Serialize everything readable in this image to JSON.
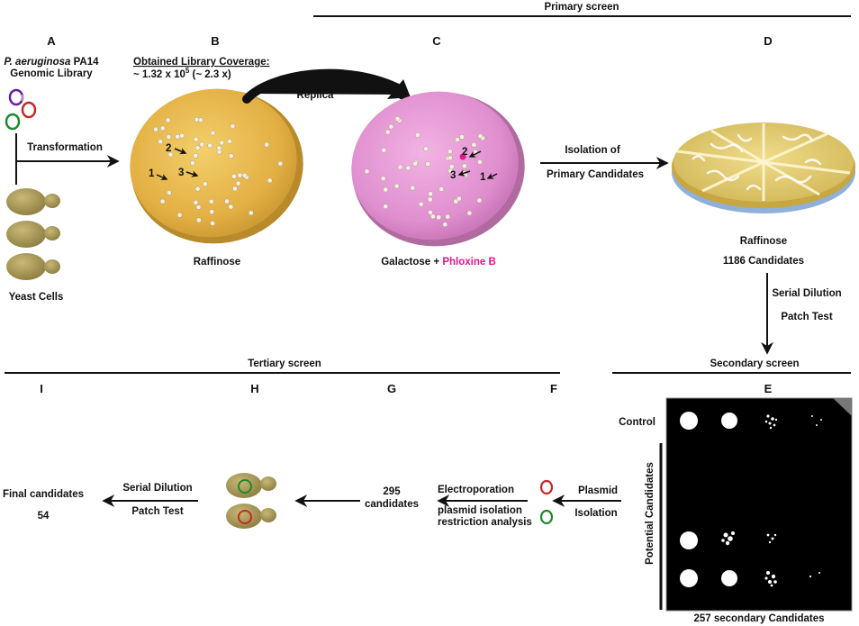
{
  "screens": {
    "primary": "Primary screen",
    "secondary": "Secondary screen",
    "tertiary": "Tertiary screen"
  },
  "panel_letters": {
    "A": "A",
    "B": "B",
    "C": "C",
    "D": "D",
    "E": "E",
    "F": "F",
    "G": "G",
    "H": "H",
    "I": "I"
  },
  "library": {
    "species": "P. aeruginosa",
    "strain": " PA14",
    "line2": "Genomic Library"
  },
  "coverage": {
    "line1": "Obtained Library Coverage:",
    "line2": "~ 1.32 x 10",
    "exponent": "5",
    "line2_tail": " (~ 2.3 x)"
  },
  "steps": {
    "transformation": "Transformation",
    "replica": "Replica",
    "isolation_line1": "Isolation of",
    "isolation_line2": "Primary Candidates",
    "serial_dilution": "Serial Dilution",
    "patch_test": "Patch Test",
    "plasmid": "Plasmid",
    "isolation": "Isolation",
    "electroporation": "Electroporation",
    "plasmid_isolation": "plasmid isolation",
    "restriction_analysis": "restriction analysis",
    "serial_dilution_2": "Serial Dilution",
    "patch_test_2": "Patch Test"
  },
  "labels": {
    "yeast_cells": "Yeast Cells",
    "raffinose_b": "Raffinose",
    "galactose": "Galactose + ",
    "phloxine": "Phloxine B",
    "raffinose_d": "Raffinose",
    "primary_candidates": "1186 Candidates",
    "control": "Control",
    "potential_candidates": "Potential Candidates",
    "secondary_candidates": "257 secondary Candidates",
    "g_count": "295",
    "g_label": "candidates",
    "final_candidates": "Final candidates",
    "final_count": "54"
  },
  "colony_marks": {
    "one": "1",
    "two": "2",
    "three": "3"
  },
  "colors": {
    "raffinose_plate": "#e8b94a",
    "galactose_plate": "#e79bd4",
    "yeast": "#a89a5a",
    "phloxine_text": "#e0178a"
  }
}
